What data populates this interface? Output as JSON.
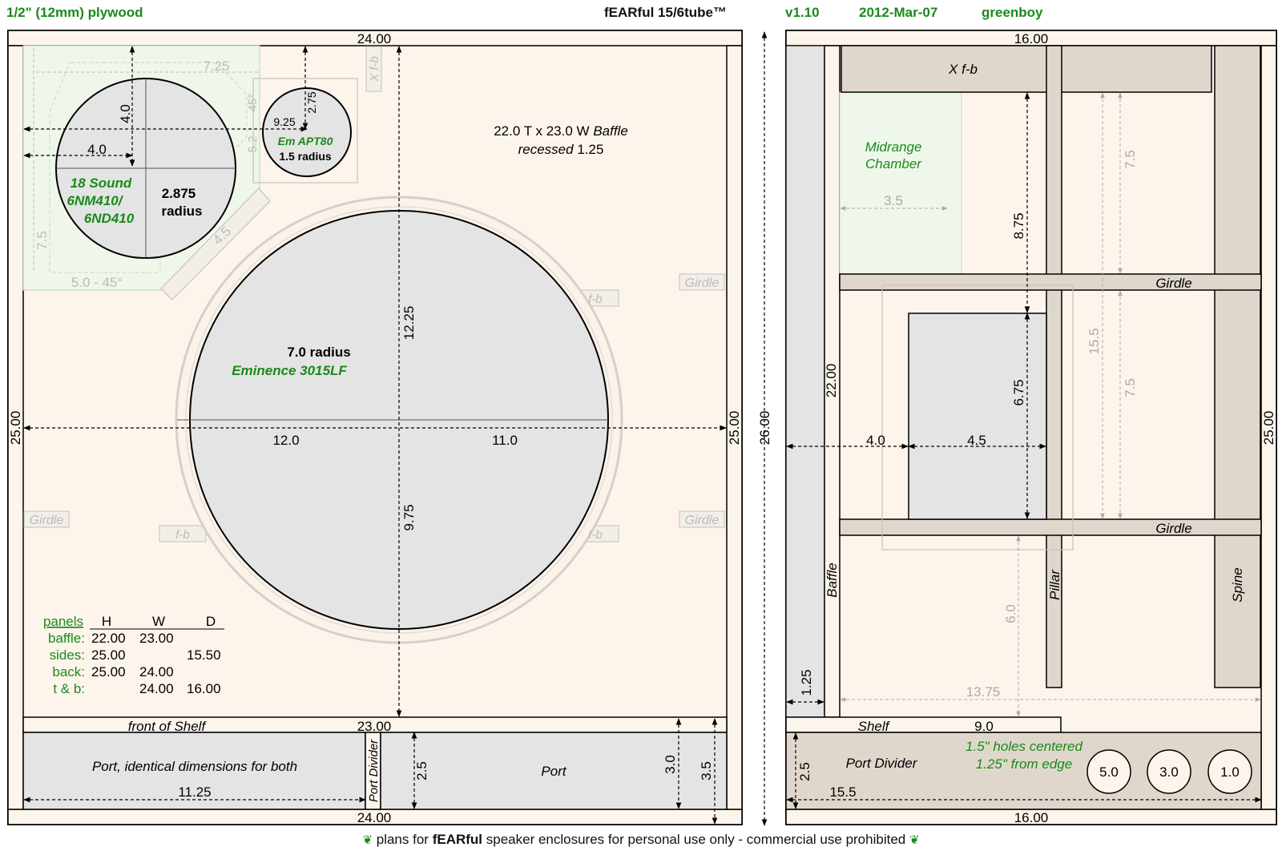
{
  "header": {
    "material": "1/2\" (12mm) plywood",
    "title": "fEARful 15/6tube™",
    "version": "v1.10",
    "date": "2012-Mar-07",
    "author": "greenboy"
  },
  "front": {
    "top_width": "24.00",
    "bottom_width": "24.00",
    "left_height": "25.00",
    "right_height": "25.00",
    "shelf_width": "23.00",
    "shelf_label": "front of Shelf",
    "baffle_note_line1": "22.0 T x 23.0 W",
    "baffle_note_word": "Baffle",
    "baffle_note_line2_word": "recessed",
    "baffle_note_line2_value": "1.25",
    "mid_chamber_width": "7.25",
    "mid_chamber_height": "7.5",
    "mid_chamber_bottom": "5.0 - 45°",
    "mid_chamber_angle": "45°",
    "mid_chamber_side": "5.2",
    "chamfer_dim": "4.5",
    "mid_driver_vertical": "4.0",
    "mid_driver_horizontal": "4.0",
    "mid_driver_brand": "18 Sound",
    "mid_driver_model1": "6NM410/",
    "mid_driver_model2": "6ND410",
    "mid_driver_radius_value": "2.875",
    "mid_driver_radius_word": "radius",
    "tweeter_x": "9.25",
    "tweeter_y": "2.75",
    "tweeter_model": "Em APT80",
    "tweeter_radius": "1.5 radius",
    "x_fb": "X f-b",
    "woofer_radius": "7.0 radius",
    "woofer_model": "Eminence 3015LF",
    "woofer_up": "12.25",
    "woofer_down": "9.75",
    "woofer_left": "12.0",
    "woofer_right": "11.0",
    "fb": "f-b",
    "girdle": "Girdle",
    "port_left": "Port, identical dimensions for both",
    "port_left_width": "11.25",
    "port_divider": "Port Divider",
    "port_right": "Port",
    "port_h1": "2.5",
    "port_h2": "3.0",
    "port_h3": "3.5"
  },
  "panels": {
    "header": [
      "panels",
      "H",
      "W",
      "D"
    ],
    "rows": [
      {
        "name": "baffle:",
        "h": "22.00",
        "w": "23.00",
        "d": ""
      },
      {
        "name": "sides:",
        "h": "25.00",
        "w": "",
        "d": "15.50"
      },
      {
        "name": "back:",
        "h": "25.00",
        "w": "24.00",
        "d": ""
      },
      {
        "name": "t & b:",
        "h": "",
        "w": "24.00",
        "d": "16.00"
      }
    ]
  },
  "middle": {
    "height": "26.00"
  },
  "side": {
    "top_width": "16.00",
    "bottom_width": "16.00",
    "right_height": "25.00",
    "x_fb": "X f-b",
    "mid_chamber_line1": "Midrange",
    "mid_chamber_line2": "Chamber",
    "mid_depth": "3.5",
    "dim_7_5_top": "7.5",
    "dim_8_75": "8.75",
    "girdle": "Girdle",
    "dim_15_5": "15.5",
    "dim_7_5_mid": "7.5",
    "dim_6_75": "6.75",
    "baffle_height": "22.00",
    "dim_4_0": "4.0",
    "dim_4_5": "4.5",
    "baffle_label": "Baffle",
    "pillar_label": "Pillar",
    "spine_label": "Spine",
    "dim_6_0": "6.0",
    "dim_13_75": "13.75",
    "dim_1_25": "1.25",
    "shelf_label": "Shelf",
    "shelf_depth": "9.0",
    "port_divider": "Port Divider",
    "holes_line1": "1.5\" holes centered",
    "holes_line2": "1.25\" from edge",
    "port_h": "2.5",
    "port_len": "15.5",
    "holes": [
      "5.0",
      "3.0",
      "1.0"
    ]
  },
  "footer": {
    "prefix": "plans for",
    "brand": "fEARful",
    "suffix": "speaker enclosures for personal use only - commercial use prohibited"
  },
  "colors": {
    "wood": "#fdf5ec",
    "driver": "#e4e4e4",
    "panel_brace": "#e0d7cc",
    "chamber": "#eef7ea",
    "green_text": "#1a8a1a",
    "ghost": "#c8c0b8"
  }
}
